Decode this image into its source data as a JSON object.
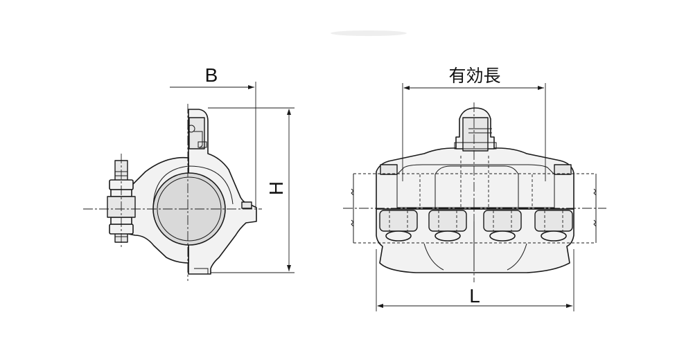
{
  "dimensions": {
    "side_width": "B",
    "side_height": "H",
    "effective_length": "有効長",
    "overall_length": "L"
  }
}
